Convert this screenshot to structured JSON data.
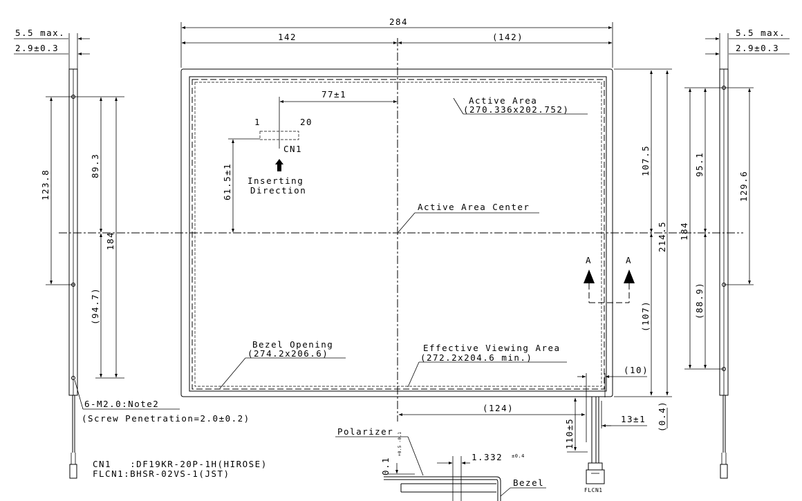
{
  "dims": {
    "top_total": "284",
    "top_left": "142",
    "top_right": "(142)",
    "left_thick_max": "5.5 max.",
    "left_thick": "2.9±0.3",
    "right_thick_max": "5.5 max.",
    "right_thick": "2.9±0.3",
    "left_123_8": "123.8",
    "left_89_3": "89.3",
    "left_184": "184",
    "left_94_7": "(94.7)",
    "right_95_1": "95.1",
    "right_129_6": "129.6",
    "right_184": "184",
    "right_88_9": "(88.9)",
    "h_107_5": "107.5",
    "h_214_5": "214.5",
    "h_107": "(107)",
    "h_0_4": "(0.4)",
    "cn1_offset": "77±1",
    "cn1_vert": "61.5±1",
    "bottom_124": "(124)",
    "dim_10": "(10)",
    "dim_13": "13±1",
    "dim_110": "110±5",
    "dim_1332": "1.332",
    "dim_1332_tol": "±0.4",
    "dim_01": "0.1",
    "dim_01_tol": "+0.5 -0.1"
  },
  "labels": {
    "active_area": "Active Area",
    "active_area_size": "(270.336x202.752)",
    "active_center": "Active Area Center",
    "bezel_opening": "Bezel Opening",
    "bezel_opening_size": "(274.2x206.6)",
    "eva": "Effective Viewing Area",
    "eva_size": "(272.2x204.6 min.)",
    "pin1": "1",
    "pin20": "20",
    "cn1": "CN1",
    "inserting": "Inserting",
    "direction": "Direction",
    "section_a1": "A",
    "section_a2": "A",
    "polarizer": "Polarizer",
    "bezel": "Bezel",
    "screw": "6-M2.0:Note2",
    "screw_pen": "(Screw Penetration=2.0±0.2)",
    "note_cn1": "CN1   :DF19KR-20P-1H(HIROSE)",
    "note_flcn1": "FLCN1:BHSR-02VS-1(JST)",
    "flcn1_tag": "FLCN1"
  }
}
